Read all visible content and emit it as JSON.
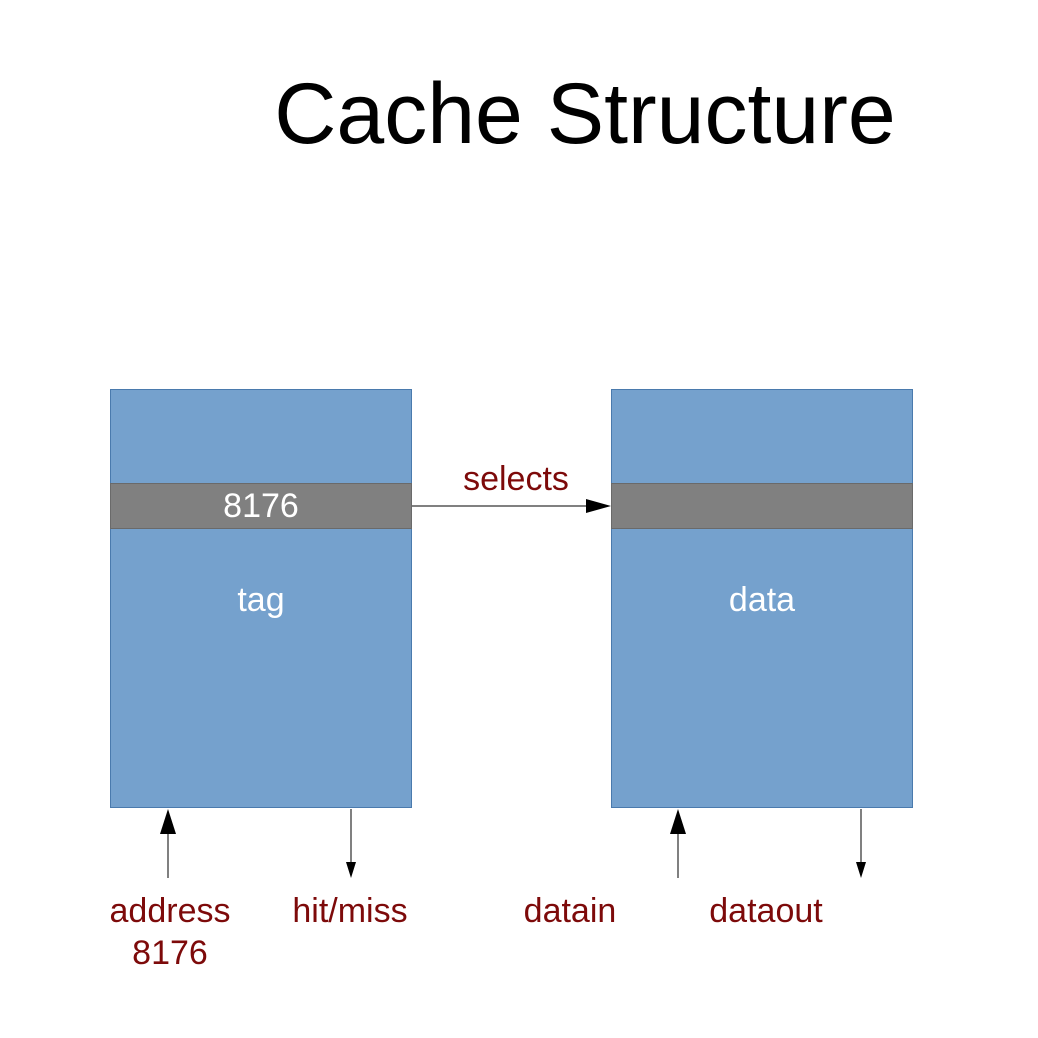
{
  "title": "Cache Structure",
  "tag_block": {
    "label": "tag",
    "selected_row_value": "8176"
  },
  "data_block": {
    "label": "data",
    "selected_row_value": ""
  },
  "arrow_label": "selects",
  "labels": {
    "address": "address",
    "address_value": "8176",
    "hit_miss": "hit/miss",
    "datain": "datain",
    "dataout": "dataout"
  },
  "colors": {
    "block": "#75a1cd",
    "row": "#808080",
    "label_text": "#7d0a0a",
    "line": "#000000"
  }
}
